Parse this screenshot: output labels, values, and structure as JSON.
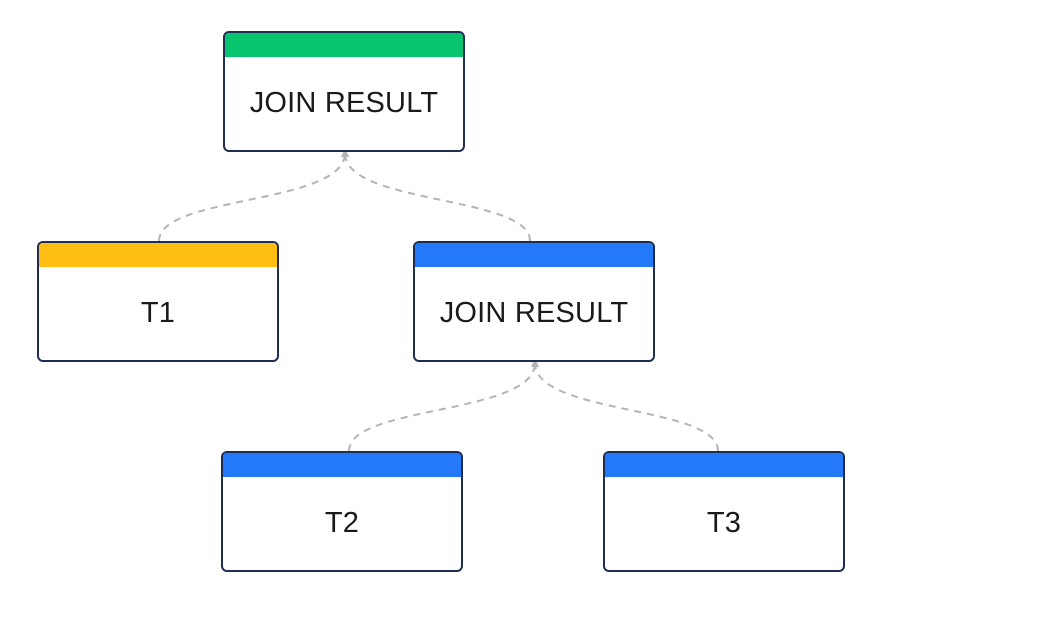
{
  "colors": {
    "green": "#08c46e",
    "yellow": "#fdbd11",
    "blue": "#2479f8",
    "border": "#1f2d52",
    "connector": "#b5b5b5"
  },
  "nodes": {
    "root": {
      "label": "JOIN RESULT",
      "color": "#08c46e"
    },
    "t1": {
      "label": "T1",
      "color": "#fdbd11"
    },
    "join": {
      "label": "JOIN RESULT",
      "color": "#2479f8"
    },
    "t2": {
      "label": "T2",
      "color": "#2479f8"
    },
    "t3": {
      "label": "T3",
      "color": "#2479f8"
    }
  }
}
